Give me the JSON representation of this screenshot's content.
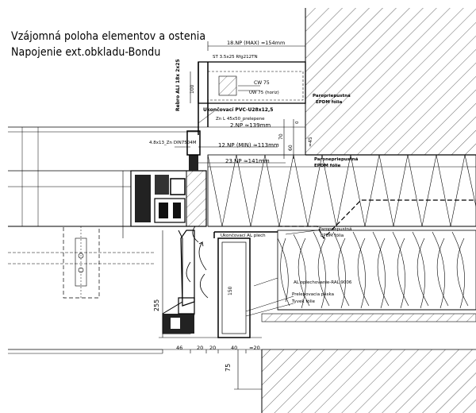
{
  "title": {
    "line1": "Vzájomná poloha elementov a ostenia",
    "line2": "Napojenie ext.obkladu-Bondu"
  },
  "labels": {
    "np_max": "18.NP (MAX) ≈154mm",
    "st_screw": "ST 3.5x25 Rfg212TN",
    "cw75": "CW 75",
    "uw75": "UW 75 (horiz)",
    "rebro": "Rebro ALI 18x 2x25",
    "pvc_profile": "Ukončovací PVC-U28x12,5",
    "zn_l": "Zn L 45x50_prelepene",
    "np2": "2.NP ≈139mm",
    "din": "4.8x13_Zn DIN7504M",
    "np12": "12.NP (MIN) ≈113mm",
    "np23": "23.NP ≈141mm",
    "paroprieps_top": "Paropriepustná",
    "epdm_top": "EPDM fólia",
    "paronepriepust": "Paronepriepustná",
    "epdm_mid": "EPDM fólie",
    "paroprieps_mid": "Paropriepustná",
    "epdm_low": "EPDM fólia",
    "al_plech": "Ukončovací AL plech",
    "al_oplech": "AL oplechovanie-RAL 9006",
    "prelep": "Prelepovacia páska",
    "tyvek": "Tyvek fólie"
  },
  "dimensions": {
    "d100": "100",
    "d0": "0",
    "d60": "60",
    "d70": "70",
    "d45": "≈45",
    "d150": "150",
    "d255": "255",
    "d46": "46",
    "d20a": "20",
    "d20b": "20",
    "d40": "40",
    "d20c": "≈20",
    "d75": "75"
  },
  "colors": {
    "line": "#000000",
    "background": "#ffffff"
  }
}
